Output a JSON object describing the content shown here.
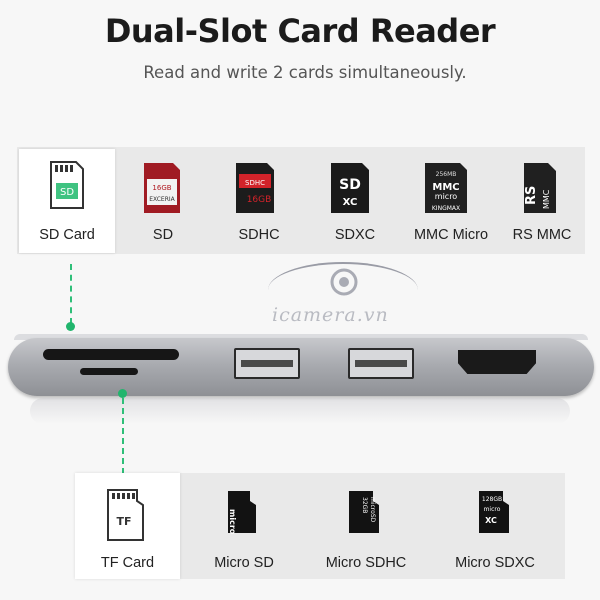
{
  "header": {
    "title": "Dual-Slot Card Reader",
    "subtitle": "Read and write 2 cards simultaneously."
  },
  "sd_row": {
    "items": [
      {
        "label": "SD Card",
        "icon": "sd-card-outline-icon"
      },
      {
        "label": "SD",
        "icon": "sd-card-icon",
        "print": "16GB"
      },
      {
        "label": "SDHC",
        "icon": "sdhc-card-icon",
        "print": "16GB"
      },
      {
        "label": "SDXC",
        "icon": "sdxc-card-icon"
      },
      {
        "label": "MMC Micro",
        "icon": "mmc-micro-card-icon"
      },
      {
        "label": "RS MMC",
        "icon": "rs-mmc-card-icon"
      }
    ],
    "sd_outline_text": "SD"
  },
  "tf_row": {
    "items": [
      {
        "label": "TF Card",
        "icon": "tf-card-outline-icon"
      },
      {
        "label": "Micro SD",
        "icon": "micro-sd-card-icon"
      },
      {
        "label": "Micro SDHC",
        "icon": "micro-sdhc-card-icon"
      },
      {
        "label": "Micro SDXC",
        "icon": "micro-sdxc-card-icon"
      }
    ],
    "tf_outline_text": "TF"
  },
  "watermark": {
    "text": "icamera.vn"
  },
  "colors": {
    "accent_green": "#21b56d",
    "panel_gray": "#e9e9e9",
    "title_dark": "#1b1b1b"
  }
}
